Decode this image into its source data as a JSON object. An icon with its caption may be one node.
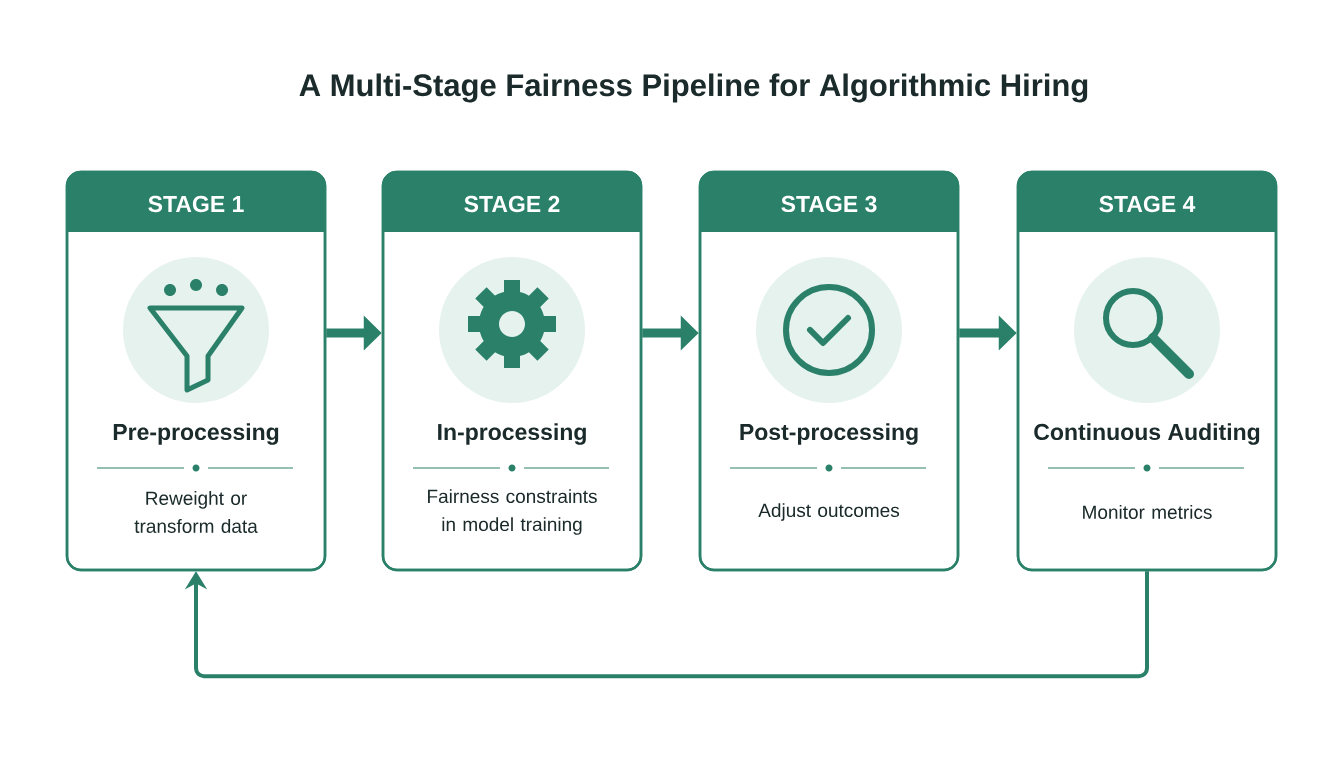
{
  "diagram": {
    "title": "A Multi-Stage Fairness Pipeline for Algorithmic Hiring",
    "nodes": [
      {
        "text": [
          "STAGE 1",
          "Pre-processing",
          "Reweight or transform data"
        ]
      },
      {
        "text": [
          "STAGE 2",
          "In-processing",
          "Fairness constraints in model training"
        ]
      },
      {
        "text": [
          "STAGE 3",
          "Post-processing",
          "Adjust outcomes"
        ]
      },
      {
        "text": [
          "STAGE 4",
          "Continuous Auditing",
          "Monitor metrics"
        ]
      }
    ],
    "edges": [
      {
        "from": 0,
        "to": 1,
        "arrow": "to"
      },
      {
        "from": 1,
        "to": 2,
        "arrow": "to"
      },
      {
        "from": 2,
        "to": 3,
        "arrow": "to"
      },
      {
        "from": 3,
        "to": 0,
        "arrow": "to"
      }
    ]
  }
}
